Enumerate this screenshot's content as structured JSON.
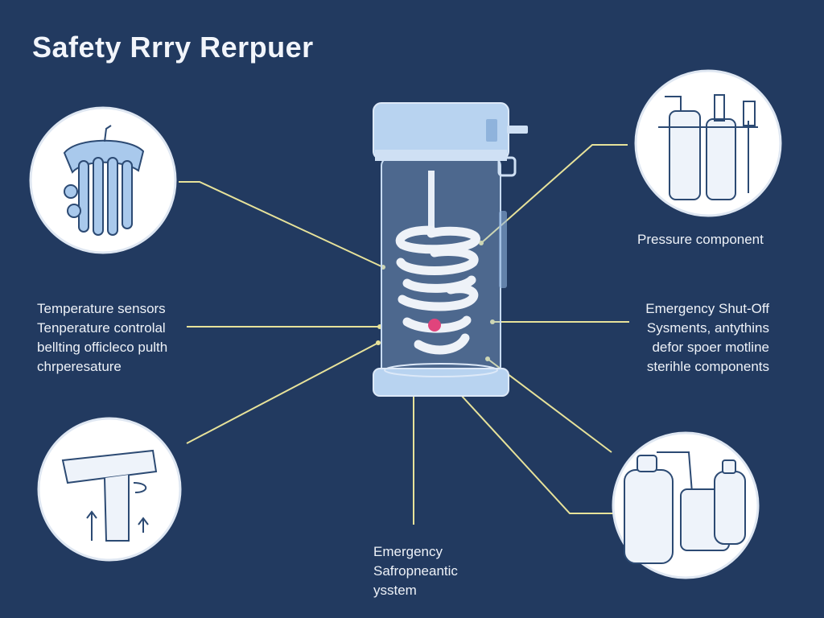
{
  "title": "Safety Rrry Rerpuer",
  "labels": {
    "pressure": "Pressure component",
    "left": [
      "Temperature sensors",
      "Tenperature controlal",
      "bellting officleco pulth",
      "chrperesature"
    ],
    "shutoff": [
      "Emergency Shut-Off",
      "Sysments, antythins",
      "defor spoer motline",
      "sterihle components"
    ],
    "bottom": [
      "Emergency",
      "Safropneantic",
      "ysstem"
    ]
  },
  "colors": {
    "background": "#223a60",
    "leader_line": "#e7e29a",
    "circle_fill": "#ffffff",
    "illustration": "#a9c9ec",
    "indicator": "#e0447c"
  },
  "icons": [
    "coil-manifold-icon",
    "pressure-tanks-icon",
    "sink-flow-icon",
    "supply-bottles-icon"
  ]
}
